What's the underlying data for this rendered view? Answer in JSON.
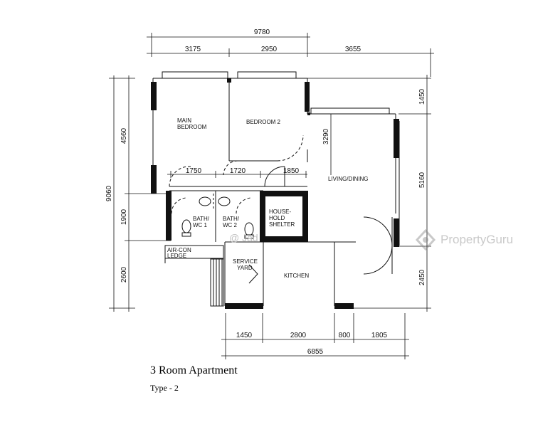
{
  "dimensions": {
    "overall_width": "9780",
    "top_segments": [
      "3175",
      "2950",
      "3655"
    ],
    "inner_segments": [
      "1750",
      "1720",
      "1850"
    ],
    "left_total": "9060",
    "left_segments": [
      "4560",
      "1900",
      "2600"
    ],
    "right_segments": [
      "1450",
      "5160",
      "2450"
    ],
    "living_inner": "3290",
    "bottom_segments": [
      "1450",
      "2800",
      "800",
      "1805"
    ],
    "bottom_total": "6855"
  },
  "rooms": {
    "main_bedroom": [
      "MAIN",
      "BEDROOM"
    ],
    "bedroom2": "BEDROOM 2",
    "living_dining": "LIVING/DINING",
    "bath1": [
      "BATH/",
      "WC 1"
    ],
    "bath2": [
      "BATH/",
      "WC 2"
    ],
    "household_shelter": [
      "HOUSE-",
      "HOLD",
      "SHELTER"
    ],
    "aircon_ledge": [
      "AIR-CON",
      "LEDGE"
    ],
    "service_yard": [
      "SERVICE",
      "YARD"
    ],
    "kitchen": "KITCHEN"
  },
  "caption": {
    "title": "3 Room Apartment",
    "subtitle": "Type - 2"
  },
  "watermark": {
    "brand": "PropertyGuru",
    "agent": "@ Jad"
  }
}
